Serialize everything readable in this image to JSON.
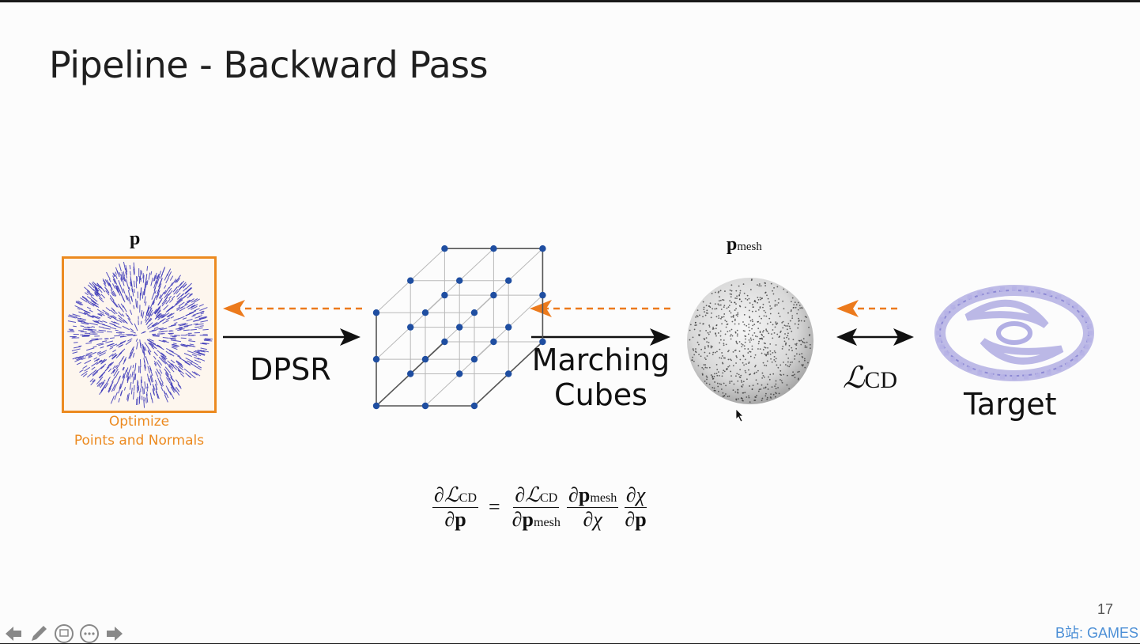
{
  "slide": {
    "title": "Pipeline - Backward Pass",
    "page_number": "17",
    "watermark": "B站: GAMES"
  },
  "diagram": {
    "points_symbol": "p",
    "mesh_symbol": "p",
    "mesh_subscript": "mesh",
    "dpsr_label": "DPSR",
    "marching_label_line1": "Marching",
    "marching_label_line2": "Cubes",
    "loss_symbol": "ℒ",
    "loss_subscript": "CD",
    "target_label": "Target",
    "caption_line1": "Optimize",
    "caption_line2": "Points and Normals",
    "backward_arrow_color": "#ec7a1c",
    "forward_arrow_color": "#111111",
    "points_color": "#3a36b8",
    "grid_node_color": "#1f4ea1"
  },
  "equation": {
    "partial": "∂",
    "L": "ℒ",
    "cd": "CD",
    "p": "p",
    "mesh": "mesh",
    "chi": "χ",
    "equals": "="
  },
  "nav": {
    "icons": [
      "arrow-left-icon",
      "pen-icon",
      "slides-icon",
      "more-icon",
      "arrow-right-icon"
    ]
  }
}
